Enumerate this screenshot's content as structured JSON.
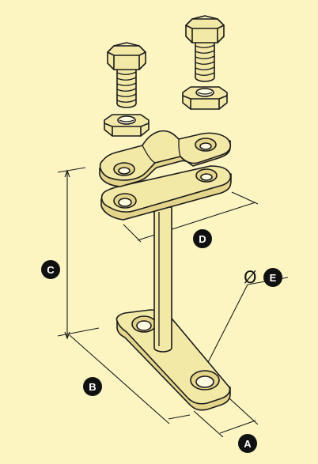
{
  "colors": {
    "background": "#fcf5c2",
    "part_fill": "#f3e9a7",
    "part_shade": "#e4d58a",
    "hole_fill": "#fffbe3",
    "stroke": "#1a1a1a",
    "label_fill": "#111111"
  },
  "labels": {
    "a": "A",
    "b": "B",
    "c": "C",
    "d": "D",
    "e": "E",
    "diameter_symbol": "Ø"
  }
}
